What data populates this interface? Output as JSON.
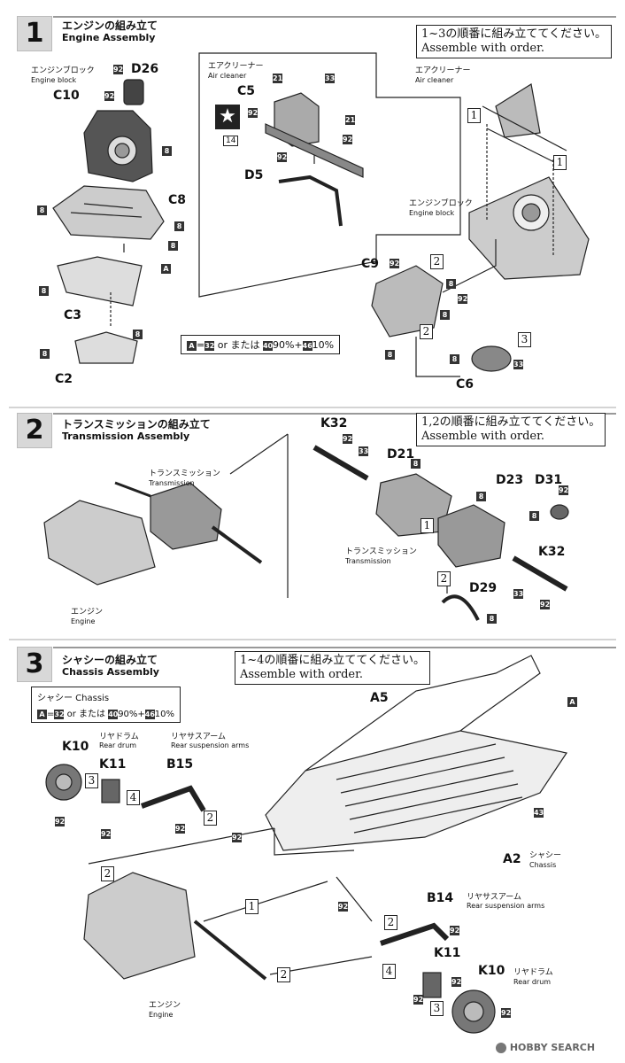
{
  "steps": [
    {
      "num": "1",
      "title_jp": "エンジンの組み立て",
      "title_en": "Engine Assembly",
      "note": [
        "1~3の順番に組み立ててください。",
        "Assemble with order."
      ]
    },
    {
      "num": "2",
      "title_jp": "トランスミッションの組み立て",
      "title_en": "Transmission Assembly",
      "note": [
        "1,2の順番に組み立ててください。",
        "Assemble with order."
      ]
    },
    {
      "num": "3",
      "title_jp": "シャシーの組み立て",
      "title_en": "Chassis Assembly",
      "note": [
        "1~4の順番に組み立ててください。",
        "Assemble with order."
      ]
    }
  ],
  "labels": {
    "engine_block_jp": "エンジンブロック",
    "engine_block_en": "Engine block",
    "air_cleaner_jp": "エアクリーナー",
    "air_cleaner_en": "Air cleaner",
    "transmission_jp": "トランスミッション",
    "transmission_en": "Transmission",
    "engine_jp": "エンジン",
    "engine_en": "Engine",
    "chassis_jp": "シャシー",
    "chassis_en": "Chassis",
    "rear_drum_jp": "リヤドラム",
    "rear_drum_en": "Rear drum",
    "rear_susp_jp": "リヤサスアーム",
    "rear_susp_en": "Rear suspension arms"
  },
  "codes": {
    "d26": "D26",
    "c10": "C10",
    "c8": "C8",
    "c3": "C3",
    "c2": "C2",
    "c5": "C5",
    "d5": "D5",
    "c9": "C9",
    "c6": "C6",
    "k32": "K32",
    "d21": "D21",
    "d23": "D23",
    "d31": "D31",
    "d29": "D29",
    "a5": "A5",
    "a2": "A2",
    "k10": "K10",
    "k11": "K11",
    "b15": "B15",
    "b14": "B14",
    "a": "A",
    "c92": "92",
    "c8b": "8",
    "c21": "21",
    "c33": "33",
    "c14": "14",
    "c43": "43"
  },
  "order": {
    "o1": "1",
    "o2": "2",
    "o3": "3",
    "o4": "4"
  },
  "paint": {
    "a": "A",
    "eq": "=",
    "p32": "32",
    "or": "or または",
    "p40": "40",
    "pct90": "90%+",
    "p46": "46",
    "pct10": "10%"
  },
  "chassis_box_title": "シャシー Chassis",
  "watermark": "HOBBY SEARCH"
}
